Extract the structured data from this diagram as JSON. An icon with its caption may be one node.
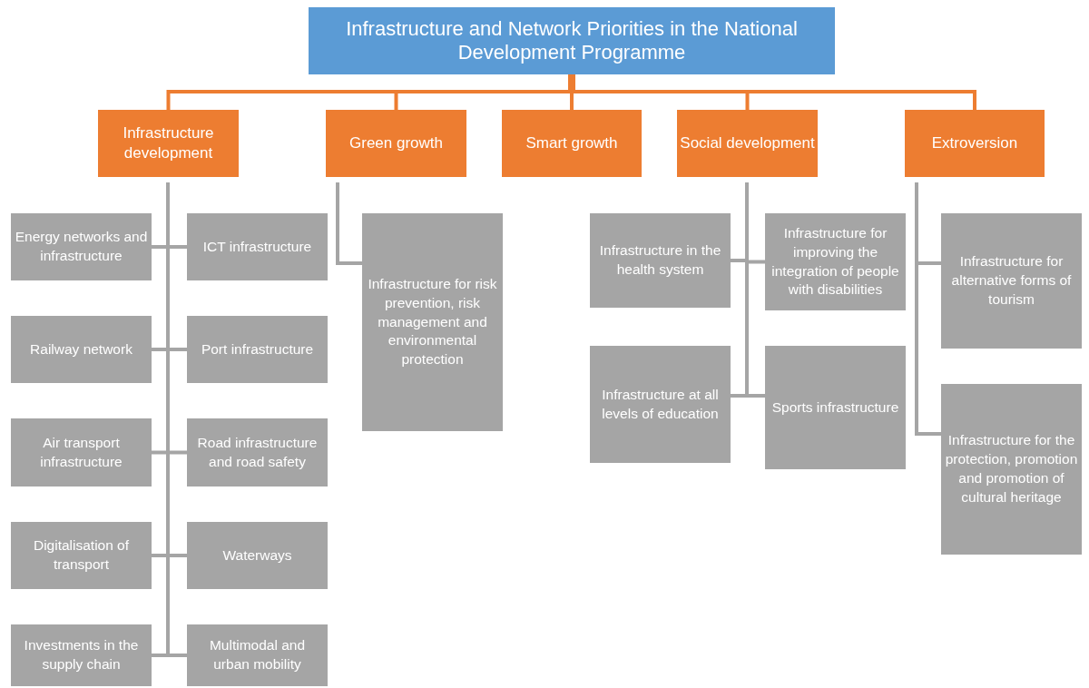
{
  "diagram": {
    "nodes": [
      {
        "text": [
          "Infrastructure and Network Priorities in the National Development Programme"
        ]
      },
      {
        "text": [
          "Infrastructure development"
        ]
      },
      {
        "text": [
          "Green growth"
        ]
      },
      {
        "text": [
          "Smart growth"
        ]
      },
      {
        "text": [
          "Social development"
        ]
      },
      {
        "text": [
          "Extroversion"
        ]
      },
      {
        "text": [
          "Energy networks and infrastructure"
        ]
      },
      {
        "text": [
          "ICT infrastructure"
        ]
      },
      {
        "text": [
          "Railway network"
        ]
      },
      {
        "text": [
          "Port infrastructure"
        ]
      },
      {
        "text": [
          "Air transport infrastructure"
        ]
      },
      {
        "text": [
          "Road infrastructure and road safety"
        ]
      },
      {
        "text": [
          "Digitalisation of transport"
        ]
      },
      {
        "text": [
          "Waterways"
        ]
      },
      {
        "text": [
          "Investments in the supply chain"
        ]
      },
      {
        "text": [
          "Multimodal and urban mobility"
        ]
      },
      {
        "text": [
          "Infrastructure for risk prevention, risk management and environmental protection"
        ]
      },
      {
        "text": [
          "Infrastructure in the health system"
        ]
      },
      {
        "text": [
          "Infrastructure for improving the integration of people with disabilities"
        ]
      },
      {
        "text": [
          "Infrastructure at all levels of education"
        ]
      },
      {
        "text": [
          "Sports infrastructure"
        ]
      },
      {
        "text": [
          "Infrastructure for alternative forms of tourism"
        ]
      },
      {
        "text": [
          "Infrastructure for the protection, promotion and promotion of cultural heritage"
        ]
      }
    ],
    "edges": [
      {
        "from": 0,
        "to": 1,
        "arrow": "none",
        "color": "#ed7d31"
      },
      {
        "from": 0,
        "to": 2,
        "arrow": "none",
        "color": "#ed7d31"
      },
      {
        "from": 0,
        "to": 3,
        "arrow": "none",
        "color": "#ed7d31"
      },
      {
        "from": 0,
        "to": 4,
        "arrow": "none",
        "color": "#ed7d31"
      },
      {
        "from": 0,
        "to": 5,
        "arrow": "none",
        "color": "#ed7d31"
      },
      {
        "from": 1,
        "to": 6,
        "arrow": "none"
      },
      {
        "from": 1,
        "to": 7,
        "arrow": "none"
      },
      {
        "from": 1,
        "to": 8,
        "arrow": "none"
      },
      {
        "from": 1,
        "to": 9,
        "arrow": "none"
      },
      {
        "from": 1,
        "to": 10,
        "arrow": "none"
      },
      {
        "from": 1,
        "to": 11,
        "arrow": "none"
      },
      {
        "from": 1,
        "to": 12,
        "arrow": "none"
      },
      {
        "from": 1,
        "to": 13,
        "arrow": "none"
      },
      {
        "from": 1,
        "to": 14,
        "arrow": "none"
      },
      {
        "from": 1,
        "to": 15,
        "arrow": "none"
      },
      {
        "from": 2,
        "to": 16,
        "arrow": "none"
      },
      {
        "from": 4,
        "to": 17,
        "arrow": "none"
      },
      {
        "from": 4,
        "to": 18,
        "arrow": "none"
      },
      {
        "from": 4,
        "to": 19,
        "arrow": "none"
      },
      {
        "from": 4,
        "to": 20,
        "arrow": "none"
      },
      {
        "from": 5,
        "to": 21,
        "arrow": "none"
      },
      {
        "from": 5,
        "to": 22,
        "arrow": "none"
      }
    ]
  }
}
